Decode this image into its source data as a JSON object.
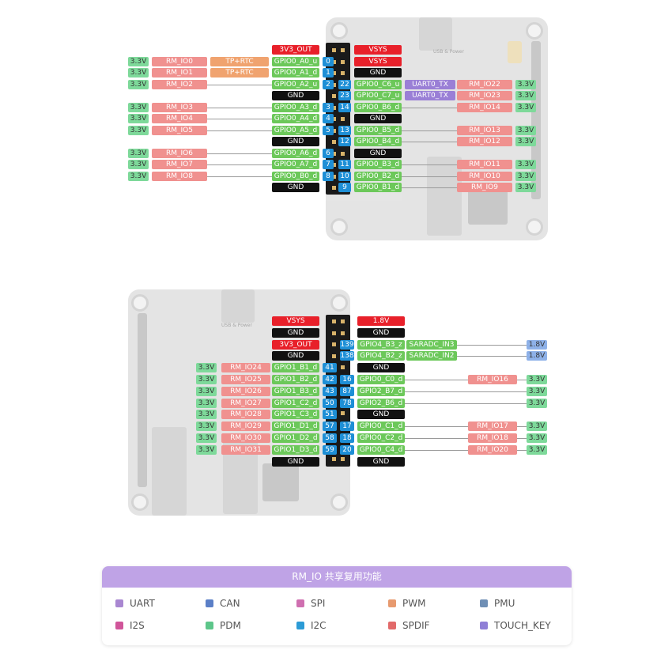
{
  "board_top_labels": [
    "USB & Power"
  ],
  "board_bottom_labels": [
    "USB & Power"
  ],
  "legend": {
    "title": "RM_IO 共享复用功能",
    "items": [
      {
        "label": "UART",
        "color": "#a987d1"
      },
      {
        "label": "CAN",
        "color": "#5b7fc7"
      },
      {
        "label": "SPI",
        "color": "#cf6fb0"
      },
      {
        "label": "PWM",
        "color": "#e79a6f"
      },
      {
        "label": "PMU",
        "color": "#6f8fb5"
      },
      {
        "label": "I2S",
        "color": "#d0559a"
      },
      {
        "label": "PDM",
        "color": "#5dc68a"
      },
      {
        "label": "I2C",
        "color": "#2c9bd6"
      },
      {
        "label": "SPDIF",
        "color": "#e26a6a"
      },
      {
        "label": "TOUCH_KEY",
        "color": "#8f7fd6"
      }
    ]
  },
  "colors": {
    "volt": "#7ed99a",
    "rm": "#f0918f",
    "func": "#f0a36f",
    "gpio": "#6cc85a",
    "power": "#e8202a",
    "gnd": "#111111",
    "num": "#1e8fd6",
    "uart": "#9a7fd6",
    "v18": "#8eb1e8"
  },
  "top": {
    "left_rows": [
      {
        "volt": "",
        "rm": "",
        "func": "",
        "name": "3V3_OUT",
        "type": "power",
        "num": ""
      },
      {
        "volt": "3.3V",
        "rm": "RM_IO0",
        "func": "TP+RTC",
        "name": "GPIO0_A0_u",
        "type": "gpio",
        "num": "0"
      },
      {
        "volt": "3.3V",
        "rm": "RM_IO1",
        "func": "TP+RTC",
        "name": "GPIO0_A1_d",
        "type": "gpio",
        "num": "1"
      },
      {
        "volt": "3.3V",
        "rm": "RM_IO2",
        "func": "",
        "name": "GPIO0_A2_u",
        "type": "gpio",
        "num": "2"
      },
      {
        "volt": "",
        "rm": "",
        "func": "",
        "name": "GND",
        "type": "gnd",
        "num": ""
      },
      {
        "volt": "3.3V",
        "rm": "RM_IO3",
        "func": "",
        "name": "GPIO0_A3_d",
        "type": "gpio",
        "num": "3"
      },
      {
        "volt": "3.3V",
        "rm": "RM_IO4",
        "func": "",
        "name": "GPIO0_A4_d",
        "type": "gpio",
        "num": "4"
      },
      {
        "volt": "3.3V",
        "rm": "RM_IO5",
        "func": "",
        "name": "GPIO0_A5_d",
        "type": "gpio",
        "num": "5"
      },
      {
        "volt": "",
        "rm": "",
        "func": "",
        "name": "GND",
        "type": "gnd",
        "num": ""
      },
      {
        "volt": "3.3V",
        "rm": "RM_IO6",
        "func": "",
        "name": "GPIO0_A6_d",
        "type": "gpio",
        "num": "6"
      },
      {
        "volt": "3.3V",
        "rm": "RM_IO7",
        "func": "",
        "name": "GPIO0_A7_d",
        "type": "gpio",
        "num": "7"
      },
      {
        "volt": "3.3V",
        "rm": "RM_IO8",
        "func": "",
        "name": "GPIO0_B0_d",
        "type": "gpio",
        "num": "8"
      },
      {
        "volt": "",
        "rm": "",
        "func": "",
        "name": "GND",
        "type": "gnd",
        "num": ""
      }
    ],
    "right_rows": [
      {
        "num": "",
        "name": "VSYS",
        "type": "power",
        "func": "",
        "rm": "",
        "volt": ""
      },
      {
        "num": "",
        "name": "VSYS",
        "type": "power",
        "func": "",
        "rm": "",
        "volt": ""
      },
      {
        "num": "",
        "name": "GND",
        "type": "gnd",
        "func": "",
        "rm": "",
        "volt": ""
      },
      {
        "num": "22",
        "name": "GPIO0_C6_u",
        "type": "gpio",
        "func": "UART0_TX",
        "rm": "RM_IO22",
        "volt": "3.3V"
      },
      {
        "num": "23",
        "name": "GPIO0_C7_u",
        "type": "gpio",
        "func": "UART0_TX",
        "rm": "RM_IO23",
        "volt": "3.3V"
      },
      {
        "num": "14",
        "name": "GPIO0_B6_d",
        "type": "gpio",
        "func": "",
        "rm": "RM_IO14",
        "volt": "3.3V"
      },
      {
        "num": "",
        "name": "GND",
        "type": "gnd",
        "func": "",
        "rm": "",
        "volt": ""
      },
      {
        "num": "13",
        "name": "GPIO0_B5_d",
        "type": "gpio",
        "func": "",
        "rm": "RM_IO13",
        "volt": "3.3V"
      },
      {
        "num": "12",
        "name": "GPIO0_B4_d",
        "type": "gpio",
        "func": "",
        "rm": "RM_IO12",
        "volt": "3.3V"
      },
      {
        "num": "",
        "name": "GND",
        "type": "gnd",
        "func": "",
        "rm": "",
        "volt": ""
      },
      {
        "num": "11",
        "name": "GPIO0_B3_d",
        "type": "gpio",
        "func": "",
        "rm": "RM_IO11",
        "volt": "3.3V"
      },
      {
        "num": "10",
        "name": "GPIO0_B2_d",
        "type": "gpio",
        "func": "",
        "rm": "RM_IO10",
        "volt": "3.3V"
      },
      {
        "num": "9",
        "name": "GPIO0_B1_d",
        "type": "gpio",
        "func": "",
        "rm": "RM_IO9",
        "volt": "3.3V"
      }
    ]
  },
  "bottom": {
    "left_rows": [
      {
        "volt": "",
        "rm": "",
        "name": "VSYS",
        "type": "power",
        "num": ""
      },
      {
        "volt": "",
        "rm": "",
        "name": "GND",
        "type": "gnd",
        "num": ""
      },
      {
        "volt": "",
        "rm": "",
        "name": "3V3_OUT",
        "type": "power",
        "num": ""
      },
      {
        "volt": "",
        "rm": "",
        "name": "GND",
        "type": "gnd",
        "num": ""
      },
      {
        "volt": "3.3V",
        "rm": "RM_IO24",
        "name": "GPIO1_B1_d",
        "type": "gpio",
        "num": "41"
      },
      {
        "volt": "3.3V",
        "rm": "RM_IO25",
        "name": "GPIO1_B2_d",
        "type": "gpio",
        "num": "42"
      },
      {
        "volt": "3.3V",
        "rm": "RM_IO26",
        "name": "GPIO1_B3_d",
        "type": "gpio",
        "num": "43"
      },
      {
        "volt": "3.3V",
        "rm": "RM_IO27",
        "name": "GPIO1_C2_d",
        "type": "gpio",
        "num": "50"
      },
      {
        "volt": "3.3V",
        "rm": "RM_IO28",
        "name": "GPIO1_C3_d",
        "type": "gpio",
        "num": "51"
      },
      {
        "volt": "3.3V",
        "rm": "RM_IO29",
        "name": "GPIO1_D1_d",
        "type": "gpio",
        "num": "57"
      },
      {
        "volt": "3.3V",
        "rm": "RM_IO30",
        "name": "GPIO1_D2_d",
        "type": "gpio",
        "num": "58"
      },
      {
        "volt": "3.3V",
        "rm": "RM_IO31",
        "name": "GPIO1_D3_d",
        "type": "gpio",
        "num": "59"
      },
      {
        "volt": "",
        "rm": "",
        "name": "GND",
        "type": "gnd",
        "num": ""
      }
    ],
    "right_rows": [
      {
        "num": "",
        "name": "1.8V",
        "type": "power",
        "func": "",
        "rm": "",
        "volt": ""
      },
      {
        "num": "",
        "name": "GND",
        "type": "gnd",
        "func": "",
        "rm": "",
        "volt": ""
      },
      {
        "num": "139",
        "name": "GPIO4_B3_z",
        "type": "gpio",
        "func": "SARADC_IN3",
        "rm": "",
        "volt": "1.8V"
      },
      {
        "num": "138",
        "name": "GPIO4_B2_z",
        "type": "gpio",
        "func": "SARADC_IN2",
        "rm": "",
        "volt": "1.8V"
      },
      {
        "num": "",
        "name": "GND",
        "type": "gnd",
        "func": "",
        "rm": "",
        "volt": ""
      },
      {
        "num": "16",
        "name": "GPIO0_C0_d",
        "type": "gpio",
        "func": "",
        "rm": "RM_IO16",
        "volt": "3.3V"
      },
      {
        "num": "87",
        "name": "GPIO2_B7_d",
        "type": "gpio",
        "func": "",
        "rm": "",
        "volt": "3.3V"
      },
      {
        "num": "78",
        "name": "GPIO2_B6_d",
        "type": "gpio",
        "func": "",
        "rm": "",
        "volt": "3.3V"
      },
      {
        "num": "",
        "name": "GND",
        "type": "gnd",
        "func": "",
        "rm": "",
        "volt": ""
      },
      {
        "num": "17",
        "name": "GPIO0_C1_d",
        "type": "gpio",
        "func": "",
        "rm": "RM_IO17",
        "volt": "3.3V"
      },
      {
        "num": "18",
        "name": "GPIO0_C2_d",
        "type": "gpio",
        "func": "",
        "rm": "RM_IO18",
        "volt": "3.3V"
      },
      {
        "num": "20",
        "name": "GPIO0_C4_d",
        "type": "gpio",
        "func": "",
        "rm": "RM_IO20",
        "volt": "3.3V"
      },
      {
        "num": "",
        "name": "GND",
        "type": "gnd",
        "func": "",
        "rm": "",
        "volt": ""
      }
    ]
  }
}
